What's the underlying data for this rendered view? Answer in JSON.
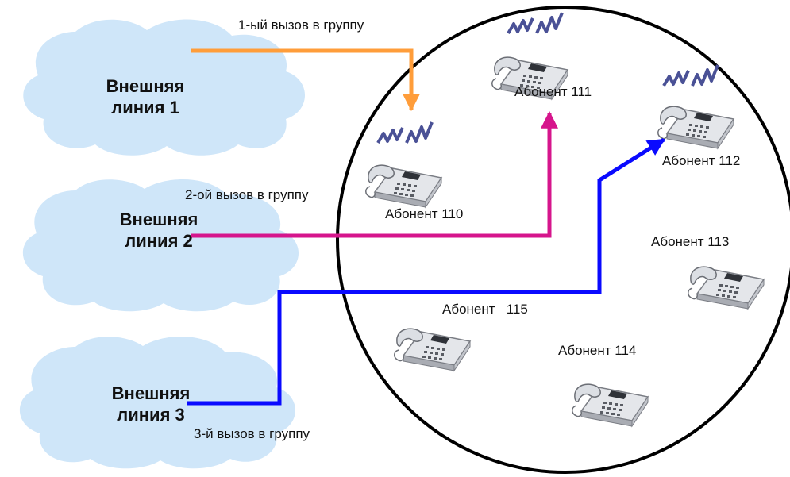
{
  "colors": {
    "cloud": "#cfe6f9",
    "call1": "#ff9d3a",
    "call2": "#d6158c",
    "call3": "#0a0aff",
    "circle": "#000000",
    "ring": "#4a5196"
  },
  "lines": [
    {
      "line1": "Внешняя",
      "line2": "линия 1"
    },
    {
      "line1": "Внешняя",
      "line2": "линия 2"
    },
    {
      "line1": "Внешняя",
      "line2": "линия 3"
    }
  ],
  "calls": [
    {
      "label": "1-ый вызов в группу"
    },
    {
      "label": "2-ой вызов в группу"
    },
    {
      "label": "3-й вызов в группу"
    }
  ],
  "subscribers": [
    {
      "label": "Абонент 110",
      "ringing": true,
      "icon": "desk-phone-icon"
    },
    {
      "label": "Абонент 111",
      "ringing": true,
      "icon": "desk-phone-icon"
    },
    {
      "label": "Абонент 112",
      "ringing": true,
      "icon": "desk-phone-icon"
    },
    {
      "label": "Абонент 113",
      "ringing": false,
      "icon": "desk-phone-icon"
    },
    {
      "label": "Абонент 114",
      "ringing": false,
      "icon": "desk-phone-icon"
    },
    {
      "label": "Абонент   115",
      "ringing": false,
      "icon": "desk-phone-icon"
    }
  ]
}
